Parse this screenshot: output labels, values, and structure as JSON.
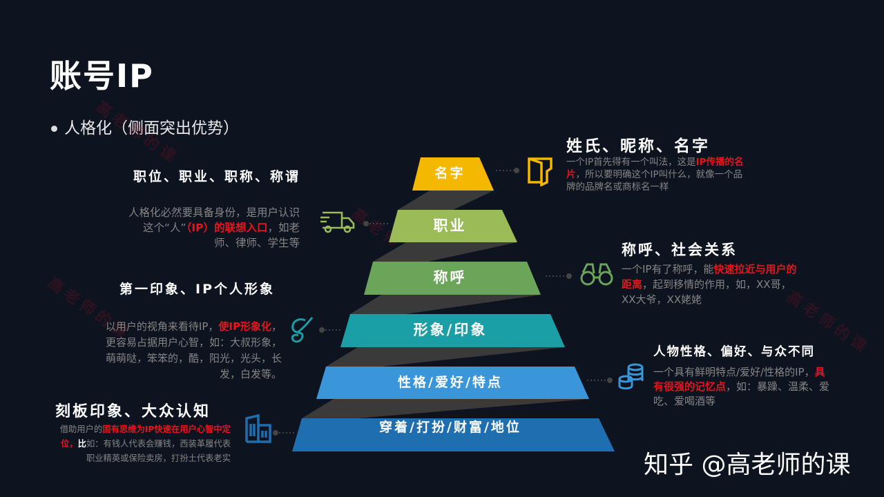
{
  "title": "账号IP",
  "bullet": "人格化（侧面突出优势）",
  "colors": {
    "background": "#0e1320",
    "highlight": "#e8141b",
    "connector": "#3a3a3a"
  },
  "pyramid": [
    {
      "label": "名字",
      "color": "#f5b800"
    },
    {
      "label": "职业",
      "color": "#9bbb59"
    },
    {
      "label": "称呼",
      "color": "#6aa55a"
    },
    {
      "label": "形象/印象",
      "color": "#1a9fa6"
    },
    {
      "label": "性格/爱好/特点",
      "color": "#3a96d8"
    },
    {
      "label": "穿着/打扮/财富/地位",
      "color": "#1f6fb0"
    }
  ],
  "notes": {
    "name": {
      "icon": "folder-icon",
      "heading": "姓氏、昵称、名字",
      "body": [
        {
          "t": "一个IP首先得有一个叫法，这是"
        },
        {
          "t": "IP传播的名片",
          "hl": true
        },
        {
          "t": "，所以要明确这个IP叫什么，就像一个品牌的品牌名或商标名一样"
        }
      ]
    },
    "job": {
      "icon": "truck-icon",
      "heading": "职位、职业、职称、称谓",
      "body": [
        {
          "t": "人格化必然要具备身份，是用户认识这个“人”"
        },
        {
          "t": "（IP）的联想入口",
          "hl": true
        },
        {
          "t": "，如老师、律师、学生等"
        }
      ]
    },
    "title": {
      "icon": "binoculars-icon",
      "heading": "称呼、社会关系",
      "body": [
        {
          "t": "一个IP有了称呼，能"
        },
        {
          "t": "快速拉近与用户的距离",
          "hl": true
        },
        {
          "t": "，起到移情的作用，如，XX哥，XX大爷，XX姥姥"
        }
      ]
    },
    "image": {
      "icon": "hand-icon",
      "heading": "第一印象、IP个人形象",
      "body": [
        {
          "t": "以用户的视角来看待IP，"
        },
        {
          "t": "使IP形象化",
          "hl": true
        },
        {
          "t": "，更容易占据用户心智，如：大叔形象，萌萌哒，笨笨的，酷，阳光，光头，长发，白发等。"
        }
      ]
    },
    "character": {
      "icon": "coins-icon",
      "heading": "人物性格、偏好、与众不同",
      "body": [
        {
          "t": "一个具有鲜明特点/爱好/性格的IP，"
        },
        {
          "t": "具有很强的记忆点",
          "hl": true
        },
        {
          "t": "，如：暴躁、温柔、爱吃、爱喝酒等"
        }
      ]
    },
    "stereotype": {
      "icon": "building-icon",
      "heading": "刻板印象、大众认知",
      "body": [
        {
          "t": "借助用户的"
        },
        {
          "t": "固有思维为IP快速在用户心智中定位，",
          "hl": true
        },
        {
          "t": "比",
          "wb": true
        },
        {
          "t": "如：有钱人代表会赚钱，西装革履代表职业精英或保险卖房，打扮土代表老实"
        }
      ]
    }
  },
  "watermark": "知乎 @高老师的课",
  "faint_watermark": "高老师的课"
}
